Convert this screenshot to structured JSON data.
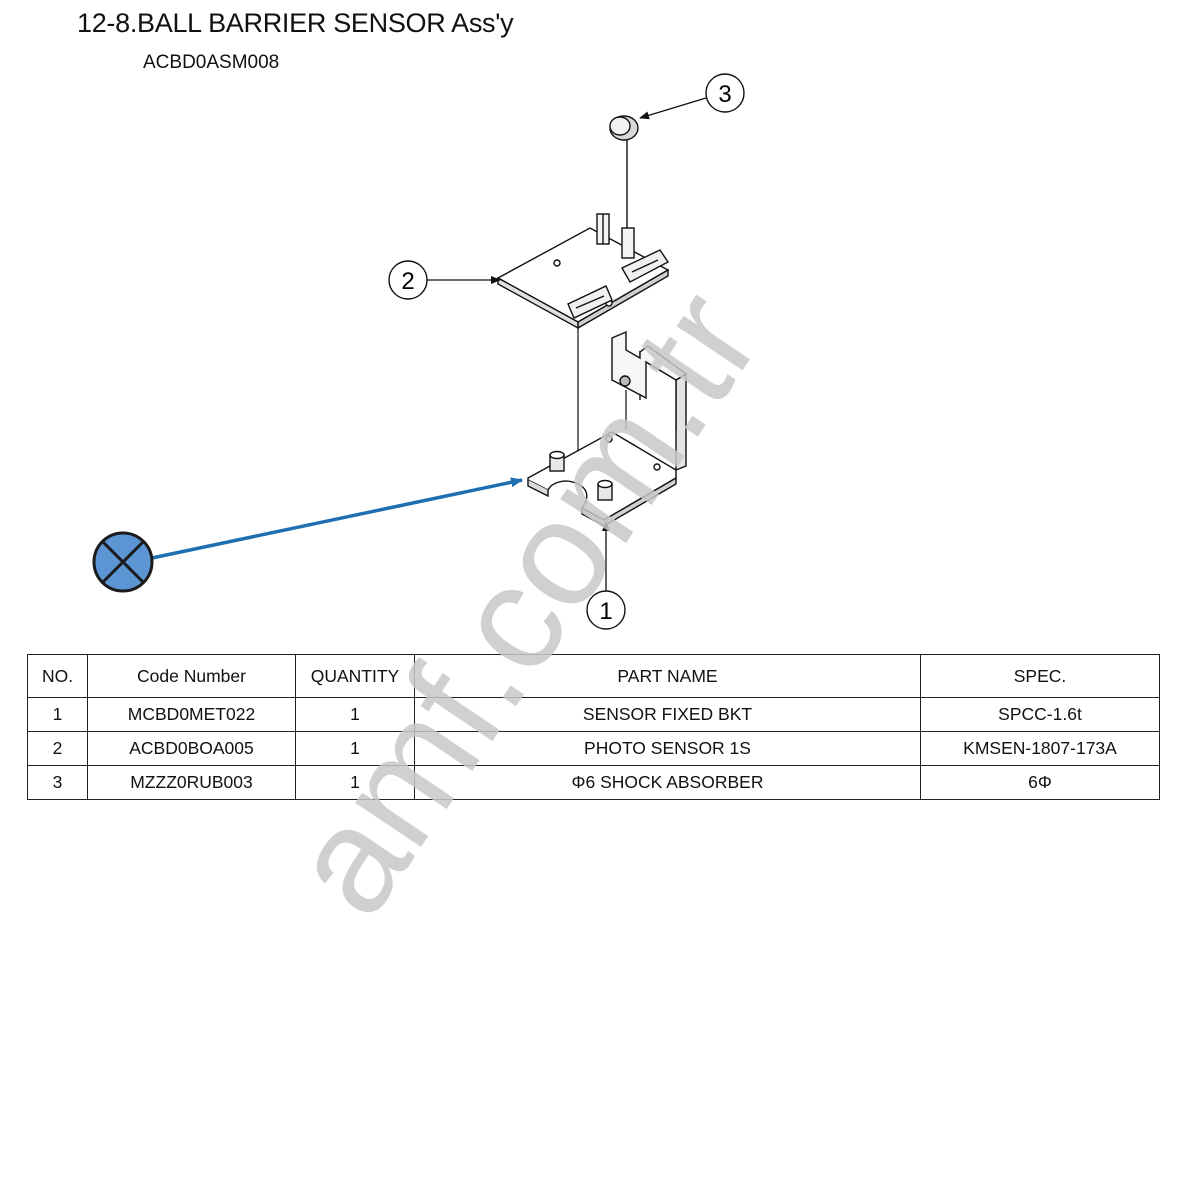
{
  "title": "12-8.BALL BARRIER SENSOR Ass'y",
  "subtitle": "ACBD0ASM008",
  "callouts": [
    "1",
    "2",
    "3"
  ],
  "watermark": "amf.com.tr",
  "colors": {
    "arrow": "#1f6fb0",
    "marker_fill": "#5b95d4",
    "marker_stroke": "#1b1b1b",
    "watermark": "#c8c8c8"
  },
  "table": {
    "headers": [
      "NO.",
      "Code Number",
      "QUANTITY",
      "PART NAME",
      "SPEC."
    ],
    "rows": [
      [
        "1",
        "MCBD0MET022",
        "1",
        "SENSOR FIXED BKT",
        "SPCC-1.6t"
      ],
      [
        "2",
        "ACBD0BOA005",
        "1",
        "PHOTO SENSOR 1S",
        "KMSEN-1807-173A"
      ],
      [
        "3",
        "MZZZ0RUB003",
        "1",
        "Φ6 SHOCK ABSORBER",
        "6Φ"
      ]
    ]
  }
}
